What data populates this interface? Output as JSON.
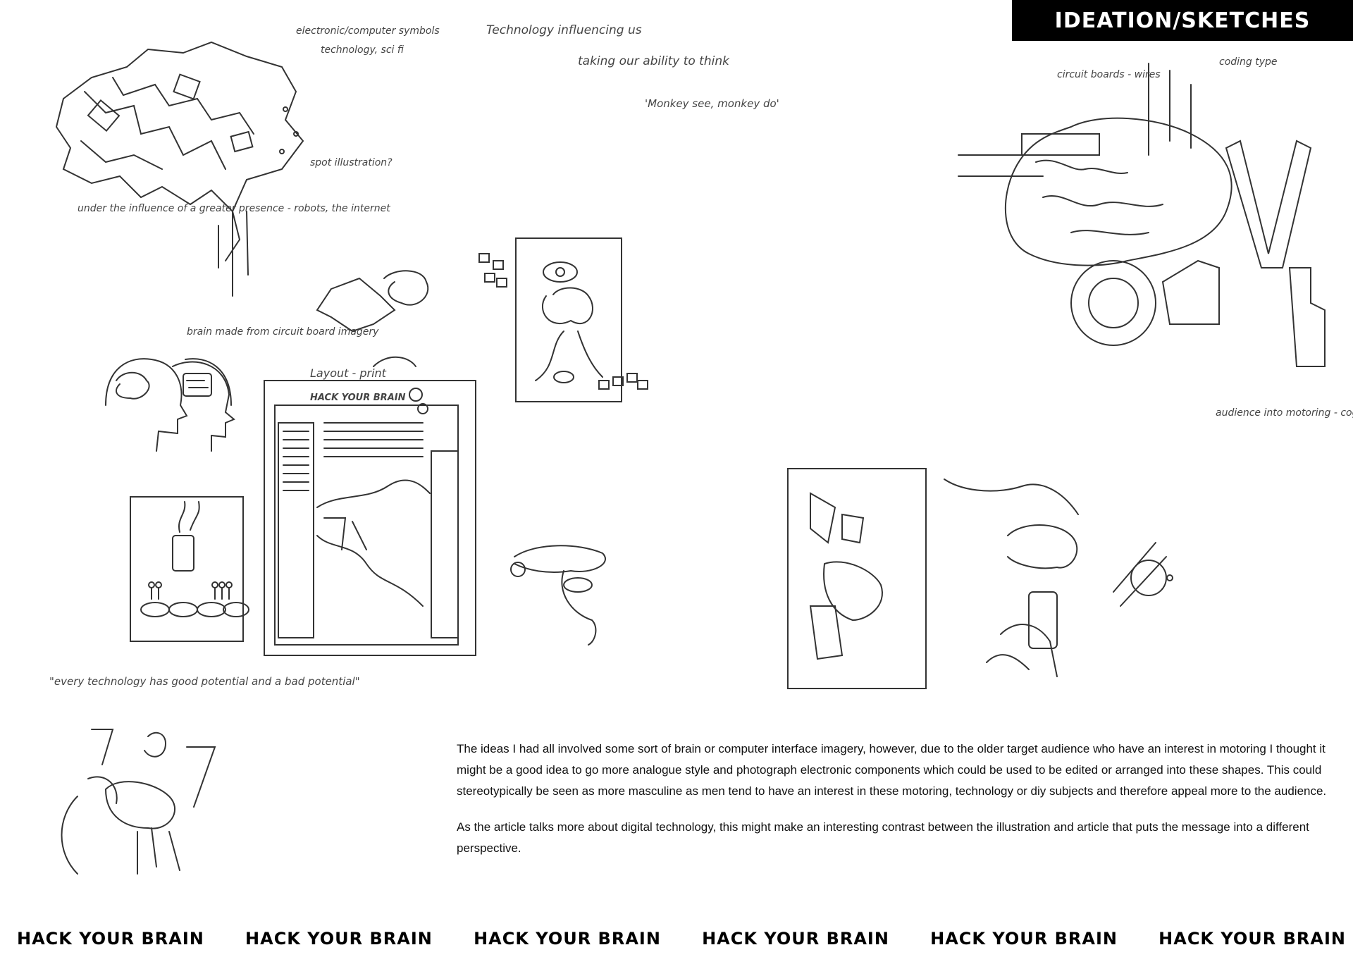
{
  "header": {
    "title": "IDEATION/SKETCHES"
  },
  "notes": {
    "top_center_1": "Technology influencing us",
    "top_center_2": "taking our ability to think",
    "monkey": "'Monkey see, monkey do'",
    "quote": "\"every technology has good potential and a bad potential\"",
    "electronic": "electronic/computer symbols",
    "tech_scifi": "technology, sci fi",
    "influence": "under the influence of a greater presence - robots, the internet",
    "spot": "spot illustration?",
    "hack_your_brain_sketch": "HACK YOUR BRAIN",
    "layout": "Layout - print",
    "circuit": "circuit boards - wires",
    "coding": "coding type",
    "audience": "audience into motoring - cogs, cognitive thinking",
    "brain_centre": "brain made from circuit board imagery"
  },
  "body": {
    "paragraph_1": "The ideas I had all involved some sort of brain or computer interface imagery, however, due to the older target audience who have an interest in motoring I thought it might be a good idea to go more analogue style and photograph electronic components which could be used to be edited or arranged into these shapes. This could stereotypically be seen as more masculine as men tend to have an interest in these motoring, technology or diy subjects and therefore appeal more to the audience.",
    "paragraph_2": "As the article talks more about digital technology, this might make an interesting contrast between the illustration and article that puts the message into a different perspective."
  },
  "footer": {
    "items": [
      "HACK YOUR BRAIN",
      "HACK YOUR BRAIN",
      "HACK YOUR BRAIN",
      "HACK YOUR BRAIN",
      "HACK YOUR BRAIN",
      "HACK YOUR BRAIN"
    ]
  }
}
